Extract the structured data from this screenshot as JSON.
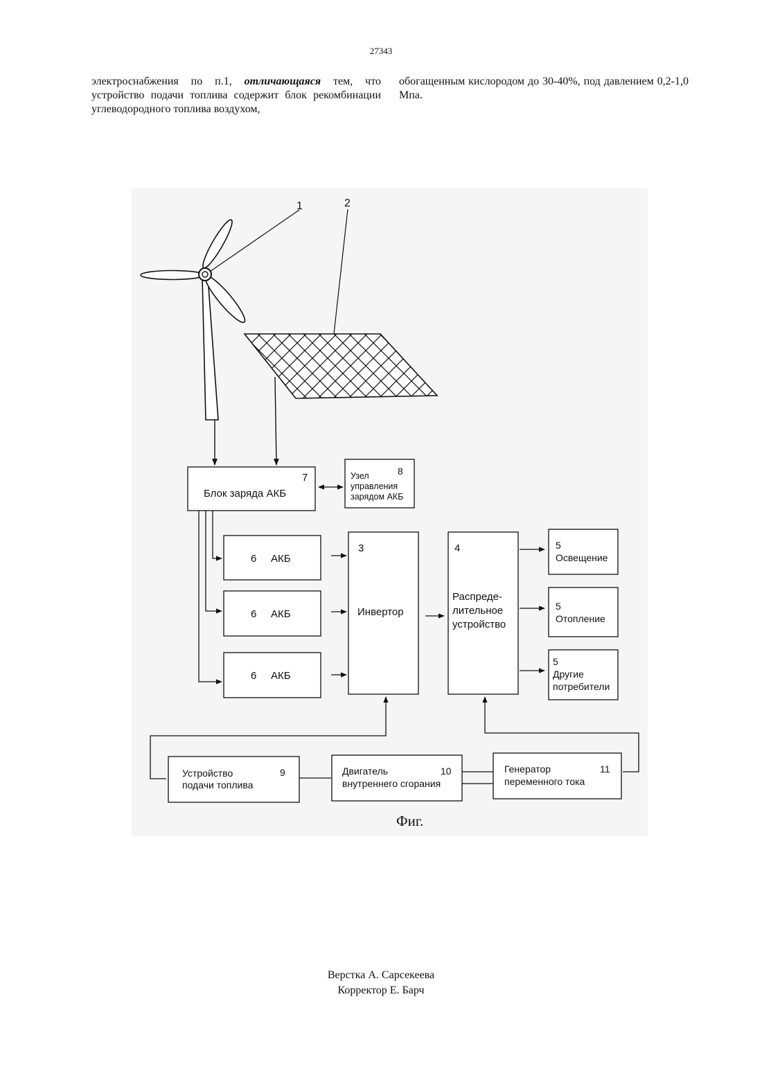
{
  "header": {
    "page_number": "27343"
  },
  "text": {
    "left_before": "электроснабжения по п.1, ",
    "left_emphasis": "отличающаяся",
    "left_after": " тем, что устройство подачи топлива содержит блок рекомбинации углеводородного топлива воздухом,",
    "right": "обогащенным кислородом до 30-40%, под давлением 0,2-1,0 Мпа."
  },
  "figure": {
    "callouts": {
      "wind_turbine": "1",
      "solar_panel": "2"
    },
    "charge_block": {
      "number": "7",
      "label": "Блок заряда АКБ"
    },
    "charge_control": {
      "number": "8",
      "label_lines": [
        "Узел",
        "управления",
        "зарядом АКБ"
      ]
    },
    "batteries": [
      {
        "number": "6",
        "label": "АКБ"
      },
      {
        "number": "6",
        "label": "АКБ"
      },
      {
        "number": "6",
        "label": "АКБ"
      }
    ],
    "inverter": {
      "number": "3",
      "label": "Инвертор"
    },
    "distributor": {
      "number": "4",
      "label_lines": [
        "Распреде-",
        "лительное",
        "устройство"
      ]
    },
    "consumers": [
      {
        "number": "5",
        "label_lines": [
          "Освещение"
        ]
      },
      {
        "number": "5",
        "label_lines": [
          "Отопление"
        ]
      },
      {
        "number": "5",
        "label_lines": [
          "Другие",
          "потребители"
        ]
      }
    ],
    "fuel_supply": {
      "number": "9",
      "label_lines": [
        "Устройство",
        "подачи топлива"
      ]
    },
    "engine": {
      "number": "10",
      "label_lines": [
        "Двигатель",
        "внутреннего сгорания"
      ]
    },
    "generator": {
      "number": "11",
      "label_lines": [
        "Генератор",
        "переменного тока"
      ]
    },
    "caption": "Фиг."
  },
  "footer": {
    "layout_credit": "Верстка А. Сарсекеева",
    "corrector_credit": "Корректор Е. Барч"
  }
}
